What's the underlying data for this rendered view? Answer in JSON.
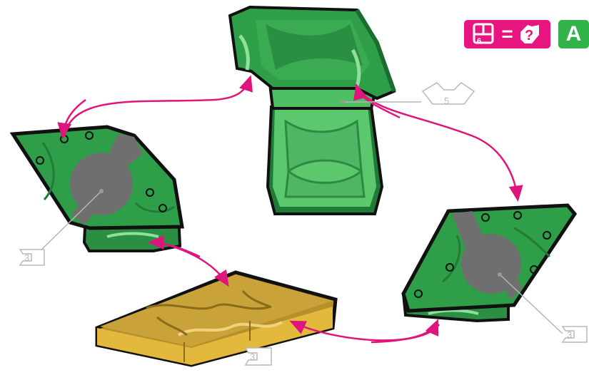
{
  "badges": {
    "equation_sign": "=",
    "small_digit": "6",
    "variant_letter": "A",
    "colors": {
      "pink": "#e6157f",
      "green": "#32b349"
    }
  },
  "part_labels": {
    "top_connector": "5",
    "left_connector": "3",
    "right_connector": "3",
    "bottom_connector": "3"
  },
  "colors": {
    "piece_green": "#2f9e48",
    "piece_green_light": "#5cc86d",
    "piece_yellow": "#c9a33a",
    "hub_gray": "#6f6f6f",
    "arrow": "#e0147d",
    "leader": "#b5b5b5"
  }
}
